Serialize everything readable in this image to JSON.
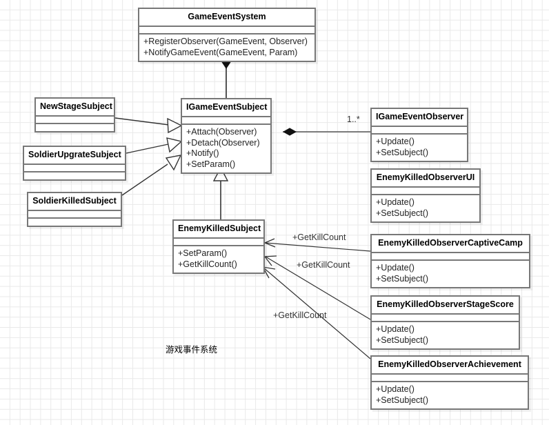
{
  "diagram": {
    "caption": "游戏事件系统",
    "classes": [
      {
        "id": "game-event-system",
        "name": "GameEventSystem",
        "operations": [
          "+RegisterObserver(GameEvent, Observer)",
          "+NotifyGameEvent(GameEvent, Param)"
        ]
      },
      {
        "id": "igame-event-subject",
        "name": "IGameEventSubject",
        "operations": [
          "+Attach(Observer)",
          "+Detach(Observer)",
          "+Notify()",
          "+SetParam()"
        ]
      },
      {
        "id": "new-stage-subject",
        "name": "NewStageSubject",
        "operations": []
      },
      {
        "id": "soldier-upgrate-subject",
        "name": "SoldierUpgrateSubject",
        "operations": []
      },
      {
        "id": "soldier-killed-subject",
        "name": "SoldierKilledSubject",
        "operations": []
      },
      {
        "id": "enemy-killed-subject",
        "name": "EnemyKilledSubject",
        "operations": [
          "+SetParam()",
          "+GetKillCount()"
        ]
      },
      {
        "id": "igame-event-observer",
        "name": "IGameEventObserver",
        "operations": [
          "+Update()",
          "+SetSubject()"
        ]
      },
      {
        "id": "enemy-killed-observer-ui",
        "name": "EnemyKilledObserverUI",
        "operations": [
          "+Update()",
          "+SetSubject()"
        ]
      },
      {
        "id": "enemy-killed-observer-captive-camp",
        "name": "EnemyKilledObserverCaptiveCamp",
        "operations": [
          "+Update()",
          "+SetSubject()"
        ]
      },
      {
        "id": "enemy-killed-observer-stage-score",
        "name": "EnemyKilledObserverStageScore",
        "operations": [
          "+Update()",
          "+SetSubject()"
        ]
      },
      {
        "id": "enemy-killed-observer-achievement",
        "name": "EnemyKilledObserverAchievement",
        "operations": [
          "+Update()",
          "+SetSubject()"
        ]
      }
    ],
    "multiplicity": {
      "subject_to_observer": "1..*"
    },
    "edge_labels": {
      "get_kill_count_1": "+GetKillCount",
      "get_kill_count_2": "+GetKillCount",
      "get_kill_count_3": "+GetKillCount"
    },
    "colors": {
      "border": "#777777",
      "grid": "#e9e9e9",
      "line": "#333333",
      "background": "#ffffff"
    }
  }
}
